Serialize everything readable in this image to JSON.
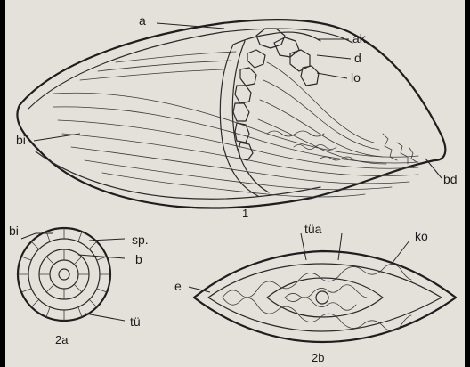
{
  "figure": {
    "labels_fig1": {
      "a": "a",
      "ak": "ak",
      "d": "d",
      "lo": "lo",
      "bi": "bi",
      "bd": "bd",
      "number": "1"
    },
    "labels_fig2a": {
      "bi": "bi",
      "sp": "sp.",
      "b": "b",
      "tu": "tü",
      "number": "2a"
    },
    "labels_fig2b": {
      "tua": "tüa",
      "ko": "ko",
      "e": "e",
      "number": "2b"
    }
  }
}
